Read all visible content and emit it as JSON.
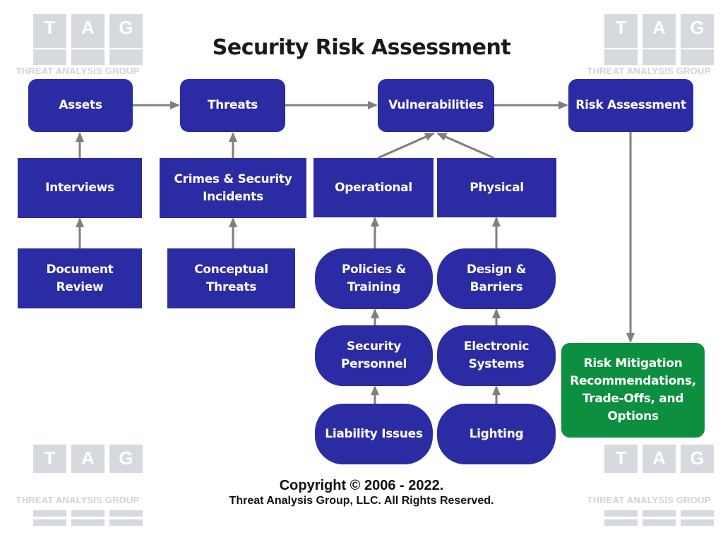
{
  "title": "Security Risk Assessment",
  "logo": {
    "letters": [
      "T",
      "A",
      "G"
    ],
    "name": "THREAT ANALYSIS GROUP"
  },
  "nodes": {
    "assets": "Assets",
    "threats": "Threats",
    "vulnerabilities": "Vulnerabilities",
    "risk_assessment": "Risk Assessment",
    "interviews": "Interviews",
    "crimes": "Crimes & Security\nIncidents",
    "operational": "Operational",
    "physical": "Physical",
    "document_review": "Document\nReview",
    "conceptual_threats": "Conceptual\nThreats",
    "policies_training": "Policies &\nTraining",
    "design_barriers": "Design &\nBarriers",
    "security_personnel": "Security\nPersonnel",
    "electronic_systems": "Electronic\nSystems",
    "liability_issues": "Liability Issues",
    "lighting": "Lighting",
    "risk_mitigation": "Risk Mitigation\nRecommendations,\nTrade-Offs, and\nOptions"
  },
  "colors": {
    "node_blue": "#2b2ba3",
    "mitigation_green": "#0c8f3f",
    "arrow_gray": "#7f7f7f",
    "logo_gray": "#d6d9de"
  },
  "copyright": {
    "line1": "Copyright © 2006 - 2022.",
    "line2": "Threat Analysis Group, LLC. All Rights Reserved."
  }
}
